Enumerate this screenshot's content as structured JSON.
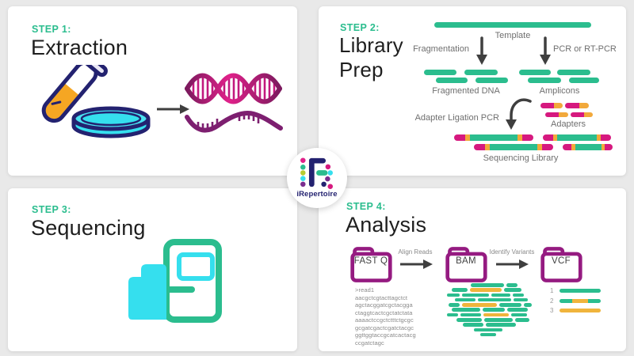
{
  "brand": {
    "name": "iRepertoire"
  },
  "colors": {
    "green": "#2bbd8e",
    "cyan": "#35dfee",
    "magenta": "#d6197f",
    "orange": "#f2a93b",
    "folder_purple": "#951b81",
    "navy": "#232270",
    "heading": "#1e1e1e",
    "label_gray": "#6f6f6f",
    "background": "#e9e9e9",
    "arrow": "#3f3f3f"
  },
  "panels": {
    "step1": {
      "step": "STEP 1:",
      "title": "Extraction"
    },
    "step2": {
      "step": "STEP 2:",
      "title_line1": "Library",
      "title_line2": "Prep",
      "labels": {
        "template": "Template",
        "fragmentation": "Fragmentation",
        "pcr": "PCR or RT-PCR",
        "fragmented_dna": "Fragmented DNA",
        "amplicons": "Amplicons",
        "adapter_ligation": "Adapter Ligation PCR",
        "adapters": "Adapters",
        "sequencing_library": "Sequencing Library"
      }
    },
    "step3": {
      "step": "STEP 3:",
      "title": "Sequencing"
    },
    "step4": {
      "step": "STEP 4:",
      "title": "Analysis",
      "folders": [
        {
          "label": "FAST Q"
        },
        {
          "label": "BAM"
        },
        {
          "label": "VCF"
        }
      ],
      "arrow1_label": "Align Reads",
      "arrow2_label": "Identify Variants",
      "fastq_lines": [
        ">read1",
        "aacgctcgtacttagctct",
        "agctacggatcgctacgga",
        "ctaggtcactcgctatctata",
        "aaaactccgctctttctgcgc",
        "gcgatcgactcgatctacgc",
        "ggttggtaccgcatcactacg",
        "ccgatctagc"
      ],
      "pileup_rows": [
        {
          "offset": 30,
          "segs": [
            [
              "g",
              42
            ],
            [
              "g",
              14
            ]
          ]
        },
        {
          "offset": 6,
          "segs": [
            [
              "g",
              20
            ],
            [
              "o",
              40
            ],
            [
              "g",
              22
            ]
          ]
        },
        {
          "offset": 0,
          "segs": [
            [
              "g",
              16
            ],
            [
              "g",
              34
            ],
            [
              "g",
              24
            ],
            [
              "g",
              14
            ]
          ]
        },
        {
          "offset": 10,
          "segs": [
            [
              "g",
              26
            ],
            [
              "g",
              42
            ],
            [
              "g",
              18
            ]
          ]
        },
        {
          "offset": 2,
          "segs": [
            [
              "g",
              14
            ],
            [
              "o",
              44
            ],
            [
              "g",
              28
            ],
            [
              "g",
              10
            ]
          ]
        },
        {
          "offset": 6,
          "segs": [
            [
              "g",
              36
            ],
            [
              "g",
              28
            ],
            [
              "g",
              26
            ]
          ]
        },
        {
          "offset": 0,
          "segs": [
            [
              "g",
              14
            ],
            [
              "g",
              26
            ],
            [
              "o",
              32
            ],
            [
              "g",
              20
            ]
          ]
        },
        {
          "offset": 12,
          "segs": [
            [
              "g",
              32
            ],
            [
              "g",
              36
            ],
            [
              "g",
              18
            ]
          ]
        },
        {
          "offset": 20,
          "segs": [
            [
              "g",
              26
            ],
            [
              "g",
              38
            ]
          ]
        },
        {
          "offset": 34,
          "segs": [
            [
              "g",
              36
            ]
          ]
        },
        {
          "offset": 42,
          "segs": [
            [
              "g",
              20
            ]
          ]
        }
      ],
      "vcf_rows": [
        {
          "num": "1",
          "segments": [
            [
              "green",
              52
            ]
          ]
        },
        {
          "num": "2",
          "segments": [
            [
              "green",
              16
            ],
            [
              "orange",
              20
            ],
            [
              "green",
              16
            ]
          ]
        },
        {
          "num": "3",
          "segments": [
            [
              "orange",
              52
            ]
          ]
        }
      ]
    }
  }
}
